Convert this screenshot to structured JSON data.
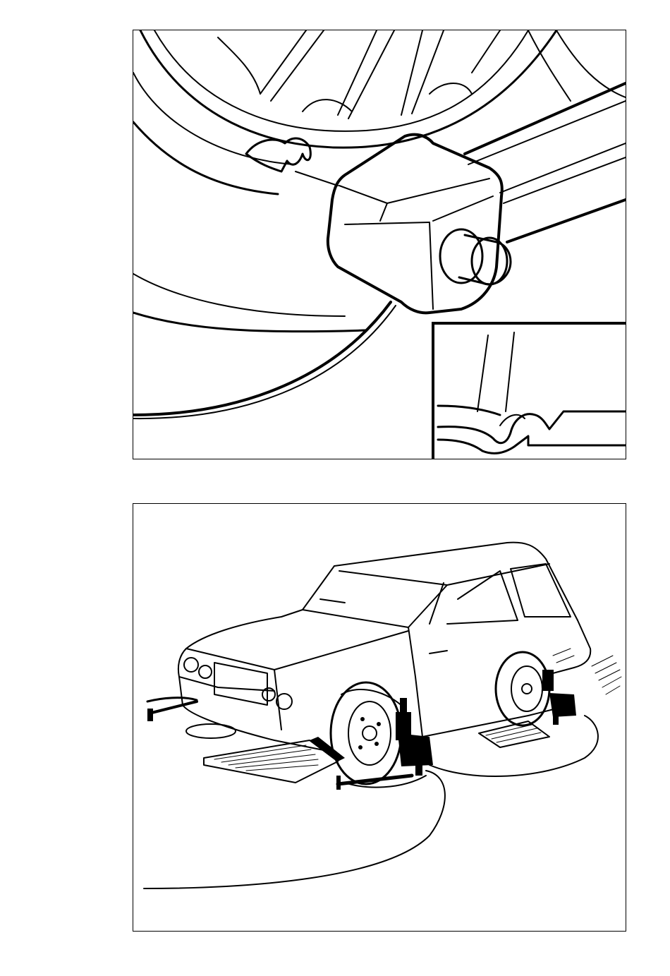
{
  "page": {
    "background": "#ffffff",
    "ink": "#000000"
  },
  "figures": [
    {
      "id": "figure-top",
      "content": "detail-sensor-clamp-on-wheel-rim",
      "inset": "detail-rim-flange-claw"
    },
    {
      "id": "figure-bottom",
      "content": "estate-car-on-turntables-with-wheel-sensors-and-cables"
    }
  ]
}
